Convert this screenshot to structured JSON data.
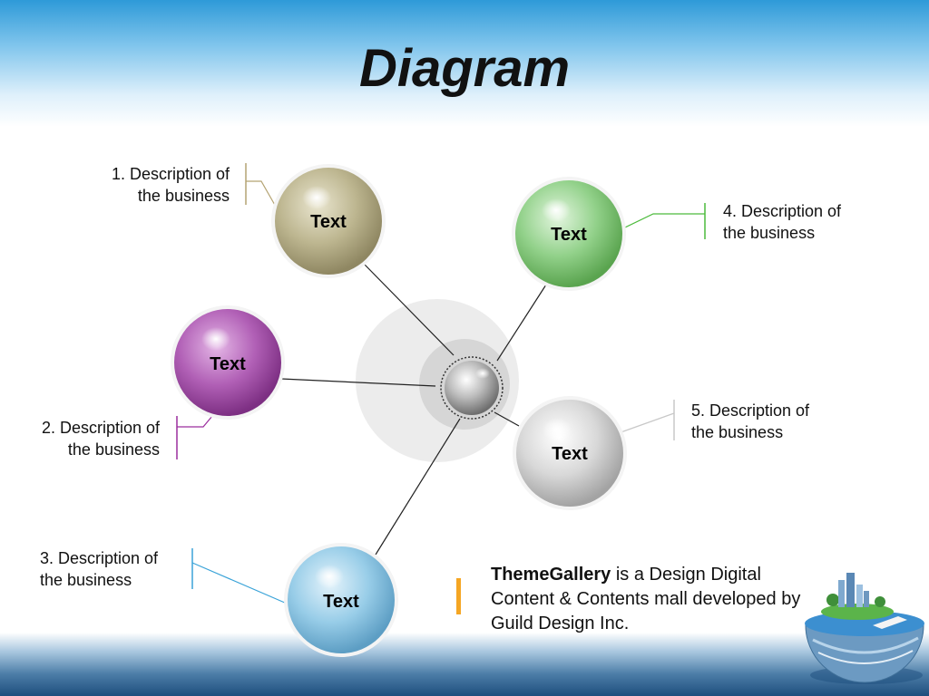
{
  "slide": {
    "title": "Diagram"
  },
  "bubbles": [
    {
      "label": "Text",
      "color": "#b7b08a",
      "description": "1. Description of\nthe business",
      "line_color": "#b4a372"
    },
    {
      "label": "Text",
      "color": "#b35fb8",
      "description": "2. Description of\nthe business",
      "line_color": "#9b2d9e"
    },
    {
      "label": "Text",
      "color": "#8ec8e6",
      "description": "3. Description of\nthe business",
      "line_color": "#3aa3d8"
    },
    {
      "label": "Text",
      "color": "#8dcf85",
      "description": "4. Description of\nthe business",
      "line_color": "#4cbb3c"
    },
    {
      "label": "Text",
      "color": "#d4d4d4",
      "description": "5. Description of\nthe business",
      "line_color": "#c8c8c8"
    }
  ],
  "info": {
    "brand": "ThemeGallery",
    "text": " is a Design Digital Content & Contents mall developed by Guild Design Inc.",
    "accent_color": "#f5a623"
  }
}
